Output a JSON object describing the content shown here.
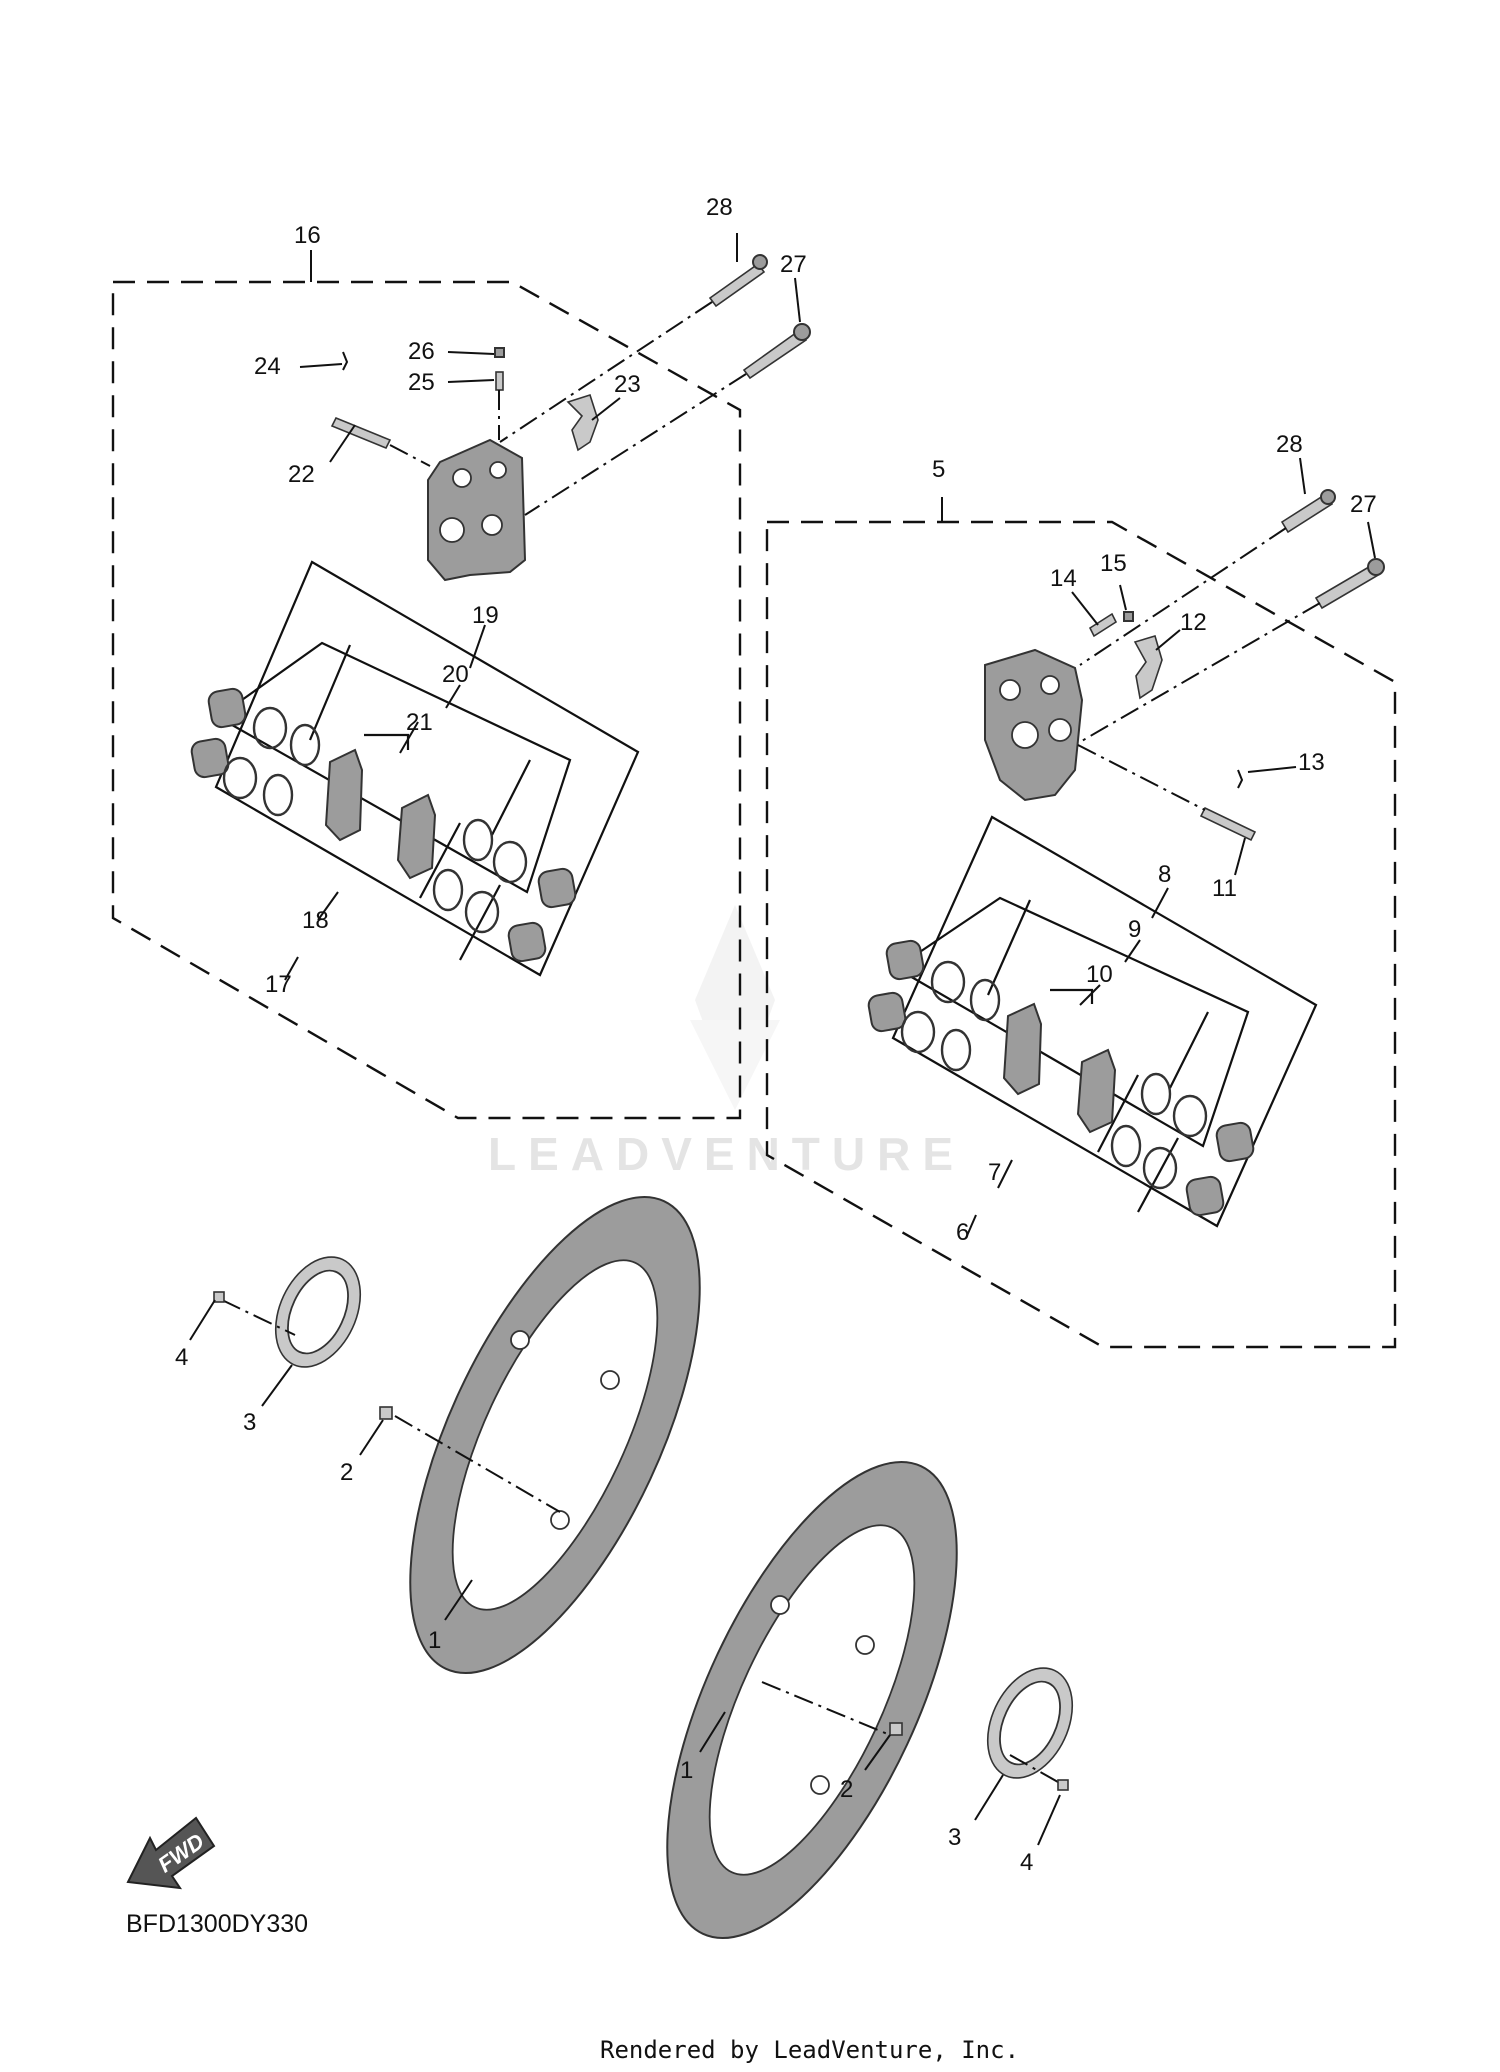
{
  "diagram": {
    "callouts": {
      "c1a": "1",
      "c1b": "1",
      "c2a": "2",
      "c2b": "2",
      "c3a": "3",
      "c3b": "3",
      "c4a": "4",
      "c4b": "4",
      "c5": "5",
      "c6": "6",
      "c7": "7",
      "c8": "8",
      "c9": "9",
      "c10": "10",
      "c11": "11",
      "c12": "12",
      "c13": "13",
      "c14": "14",
      "c15": "15",
      "c16": "16",
      "c17": "17",
      "c18": "18",
      "c19": "19",
      "c20": "20",
      "c21": "21",
      "c22": "22",
      "c23": "23",
      "c24": "24",
      "c25": "25",
      "c26": "26",
      "c27a": "27",
      "c27b": "27",
      "c28a": "28",
      "c28b": "28"
    },
    "watermark": "LEADVENTURE",
    "fwd_label": "FWD",
    "diagram_code": "BFD1300DY330",
    "footer": "Rendered by LeadVenture, Inc."
  }
}
